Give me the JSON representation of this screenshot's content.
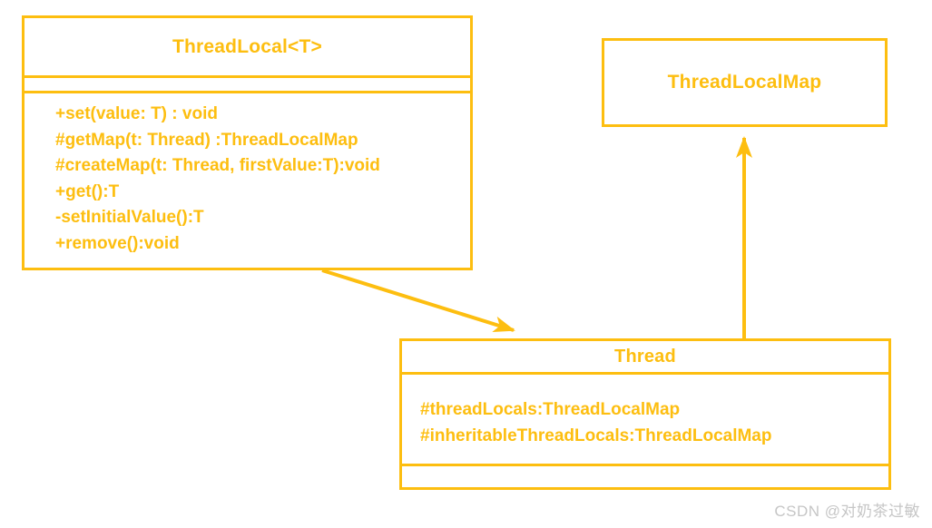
{
  "colors": {
    "accent": "#FDBE10",
    "watermark_text": "#C6C6C6",
    "background": "#FFFFFF"
  },
  "diagram": {
    "type": "uml-class-diagram",
    "classes": {
      "threadlocal": {
        "title": "ThreadLocal<T>",
        "attributes": [],
        "methods": [
          "+set(value: T) : void",
          "#getMap(t: Thread) :ThreadLocalMap",
          "#createMap(t: Thread, firstValue:T):void",
          "+get():T",
          "-setInitialValue():T",
          "+remove():void"
        ]
      },
      "threadlocalmap": {
        "title": "ThreadLocalMap",
        "attributes": [],
        "methods": []
      },
      "thread": {
        "title": "Thread",
        "attributes": [
          "#threadLocals:ThreadLocalMap",
          "#inheritableThreadLocals:ThreadLocalMap"
        ],
        "methods": []
      }
    },
    "relations": [
      {
        "from": "threadlocal",
        "to": "thread",
        "style": "arrow"
      },
      {
        "from": "thread",
        "to": "threadlocalmap",
        "style": "arrow"
      }
    ]
  },
  "watermark": "CSDN @对奶茶过敏"
}
